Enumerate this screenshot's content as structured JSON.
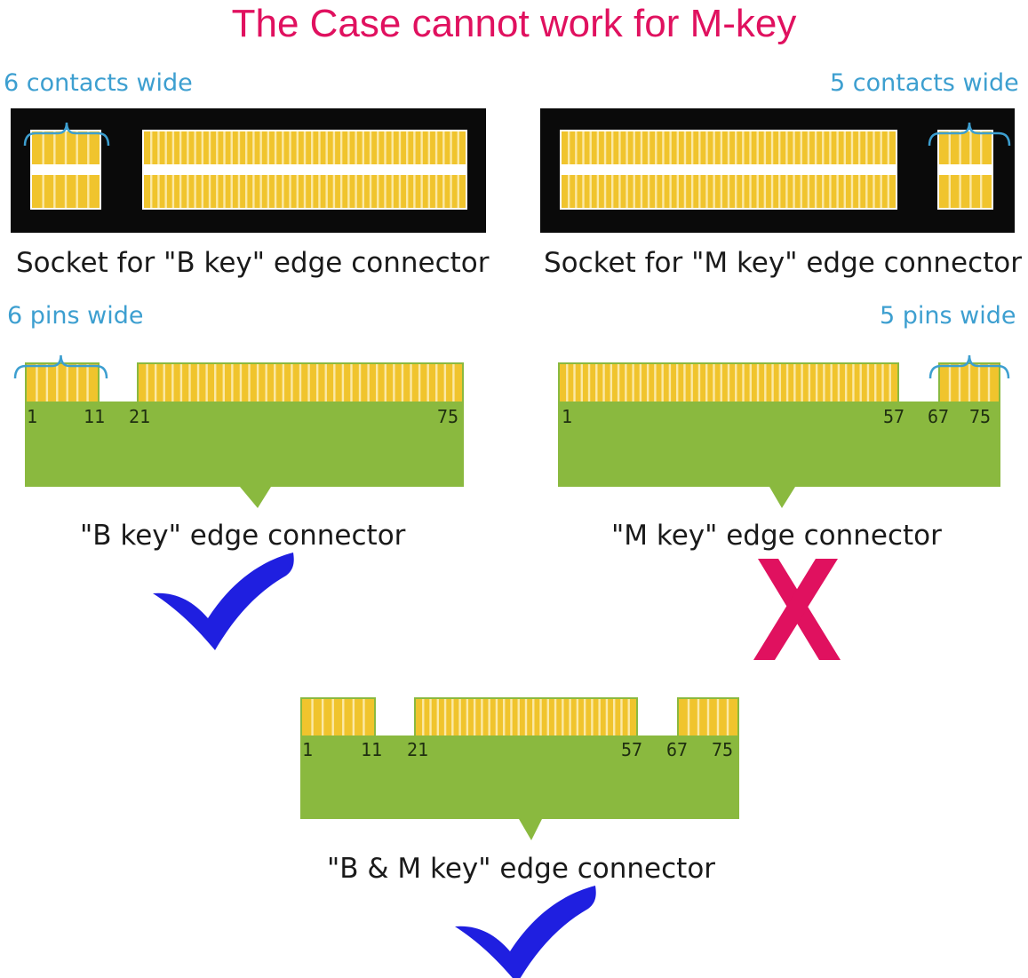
{
  "title": "The Case cannot work for M-key",
  "sockets": {
    "b": {
      "note": "6 contacts wide",
      "caption": "Socket for \"B key\" edge connector"
    },
    "m": {
      "note": "5 contacts wide",
      "caption": "Socket for \"M key\" edge connector"
    }
  },
  "connectors": {
    "b": {
      "note": "6 pins wide",
      "caption": "\"B key\" edge connector",
      "pins": [
        "1",
        "11",
        "21",
        "75"
      ],
      "verdict": "compatible"
    },
    "m": {
      "note": "5 pins wide",
      "caption": "\"M key\" edge connector",
      "pins": [
        "1",
        "57",
        "67",
        "75"
      ],
      "verdict": "incompatible"
    },
    "bm": {
      "caption": "\"B & M key\" edge connector",
      "pins": [
        "1",
        "11",
        "21",
        "57",
        "67",
        "75"
      ],
      "verdict": "compatible"
    }
  },
  "colors": {
    "title": "#e0115f",
    "note": "#3d9fd0",
    "socket_body": "#0a0a0a",
    "contact_gold": "#f0c42d",
    "contact_slot": "#fbe9a6",
    "pcb_green": "#8ab93f",
    "check": "#1f1fe0",
    "cross": "#e0115f"
  }
}
